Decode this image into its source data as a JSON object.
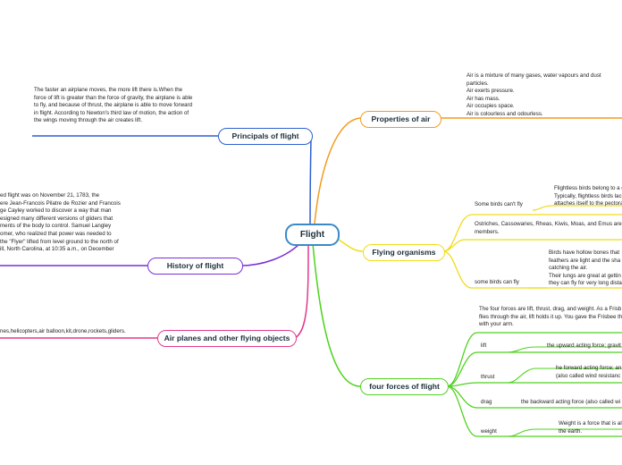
{
  "colors": {
    "central": "#3a8ac9",
    "properties_of_air": "#f29b1e",
    "principals_of_flight": "#2c5fd0",
    "history_of_flight": "#7a2fd6",
    "flying_organisms": "#f0dc18",
    "air_planes": "#e23a8c",
    "four_forces": "#4ed21e"
  },
  "central": {
    "label": "Flight"
  },
  "principals": {
    "label": "Principals of flight",
    "text": "The faster an airplane moves, the more lift there is.When the force of lift is greater than the force of gravity, the airplane is able to fly, and because of thrust, the airplane is able to move forward in flight. According to Newton's third law of motion, the action of the wings moving through the air creates lift."
  },
  "history": {
    "label": "History of flight",
    "lines": [
      "ed flight was on November 21, 1783, the",
      "ere Jean-Francois Pilatre de Rozier and Francois",
      "ge Cayley worked to discover a way that man",
      "esigned many different versions of gliders that",
      "ments of the body to control. Samuel Langley",
      "omer, who realized that power was needed to",
      "the \"Flyer\" lifted from level ground to the north of",
      "ill, North Carolina, at 10:35 a.m., on December"
    ]
  },
  "airplanes": {
    "label": "Air planes and other flying objects",
    "text": "nes,helicopters,air balloon,kit,drone,rockets,gliders."
  },
  "properties": {
    "label": "Properties of air",
    "lines": [
      "Air is a mixture of many gases, water vapours and dust",
      "particles.",
      "Air exerts pressure.",
      "Air has mass.",
      "Air occupies space.",
      "Air is colourless and odourless."
    ]
  },
  "organisms": {
    "label": "Flying organisms",
    "cant_fly": {
      "label": "Some birds can't fly",
      "detail": [
        "Flightless birds belong to a g",
        "Typically, flightless birds lac",
        "attaches itself to the pectora"
      ],
      "examples": [
        "Ostriches, Cassowaries, Rheas, Kiwis, Moas, and Emus are",
        "members."
      ]
    },
    "can_fly": {
      "label": "some birds can fly",
      "detail": [
        "Birds have hollow bones that",
        "feathers are light and the sha",
        "catching the air.",
        "Their lungs are great at gettin",
        "they can fly for very long dista"
      ]
    }
  },
  "forces": {
    "label": "four forces of flight",
    "intro": [
      "The four forces are lift, thrust, drag, and weight. As a Frisb",
      "flies through the air, lift holds it up. You gave the Frisbee th",
      "with your arm."
    ],
    "items": [
      {
        "name": "lift",
        "desc": [
          "the upward acting force; gravit"
        ]
      },
      {
        "name": "thrust",
        "desc": [
          "he forward acting force; an",
          "(also called wind resistanc"
        ]
      },
      {
        "name": "drag",
        "desc": [
          "the backward acting force (also called wi"
        ]
      },
      {
        "name": "weight",
        "desc": [
          "Weight is a force that is al",
          "the earth."
        ]
      }
    ]
  }
}
